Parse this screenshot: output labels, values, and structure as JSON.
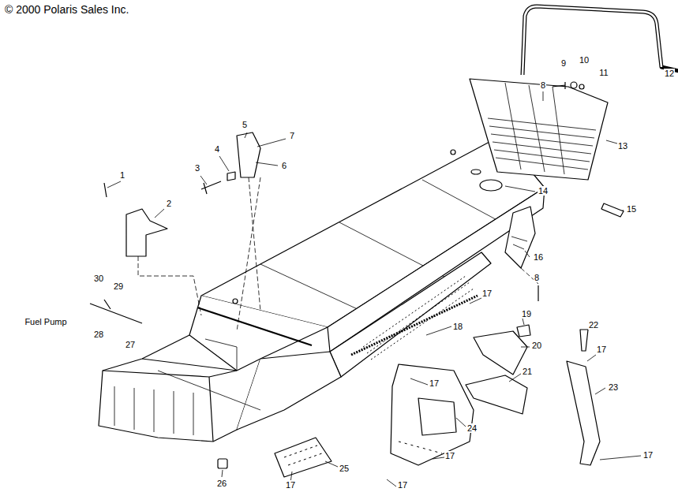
{
  "diagram": {
    "labels": [
      "© 2000 Polaris Sales Inc.",
      "1",
      "2",
      "3",
      "4",
      "5",
      "6",
      "7",
      "8",
      "9",
      "10",
      "11",
      "12",
      "13",
      "14",
      "15",
      "16",
      "8",
      "30",
      "29",
      "Fuel Pump",
      "28",
      "27",
      "17",
      "18",
      "19",
      "20",
      "22",
      "17",
      "21",
      "17",
      "23",
      "24",
      "17",
      "25",
      "26",
      "17",
      "17",
      "17"
    ]
  }
}
